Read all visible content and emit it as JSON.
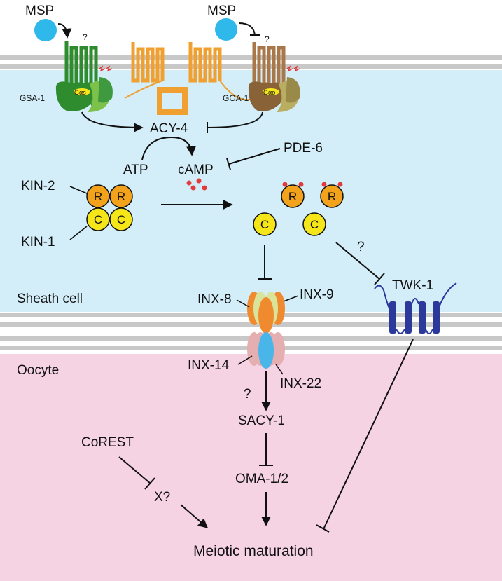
{
  "ligands": {
    "left": "MSP",
    "right": "MSP",
    "q_left": "?",
    "q_right": "?"
  },
  "proteins": {
    "gsa": "GSA-1",
    "goa": "GOA-1",
    "gas": "Gαs",
    "gao": "Gαo",
    "acy": "ACY-4",
    "atp": "ATP",
    "camp": "cAMP",
    "pde": "PDE-6",
    "kin2": "KIN-2",
    "kin1": "KIN-1",
    "r": "R",
    "c": "C",
    "inx8": "INX-8",
    "inx9": "INX-9",
    "inx14": "INX-14",
    "inx22": "INX-22",
    "twk": "TWK-1",
    "sacy": "SACY-1",
    "oma": "OMA-1/2",
    "corest": "CoREST",
    "x": "X?",
    "meiotic": "Meiotic maturation"
  },
  "regions": {
    "sheath": "Sheath cell",
    "oocyte": "Oocyte"
  },
  "questions": {
    "twk": "?",
    "sacy": "?"
  },
  "colors": {
    "sheath_bg": "#d3eef8",
    "oocyte_bg": "#f6d3e3",
    "membrane": "#c8c8c8",
    "msp": "#2fb8ea",
    "gsa_green": "#2e8b2e",
    "acy_orange": "#f0a030",
    "goa_brown": "#a8774a",
    "r_orange": "#f3a21c",
    "c_yellow": "#f5e61a",
    "camp_red": "#e23b3b",
    "twk_blue": "#2b3a9a",
    "inx_orange": "#f08a2e",
    "inx_lightgreen": "#d9e49a",
    "inx_pink": "#e5aeb0",
    "inx_blue": "#4ab5e8"
  }
}
